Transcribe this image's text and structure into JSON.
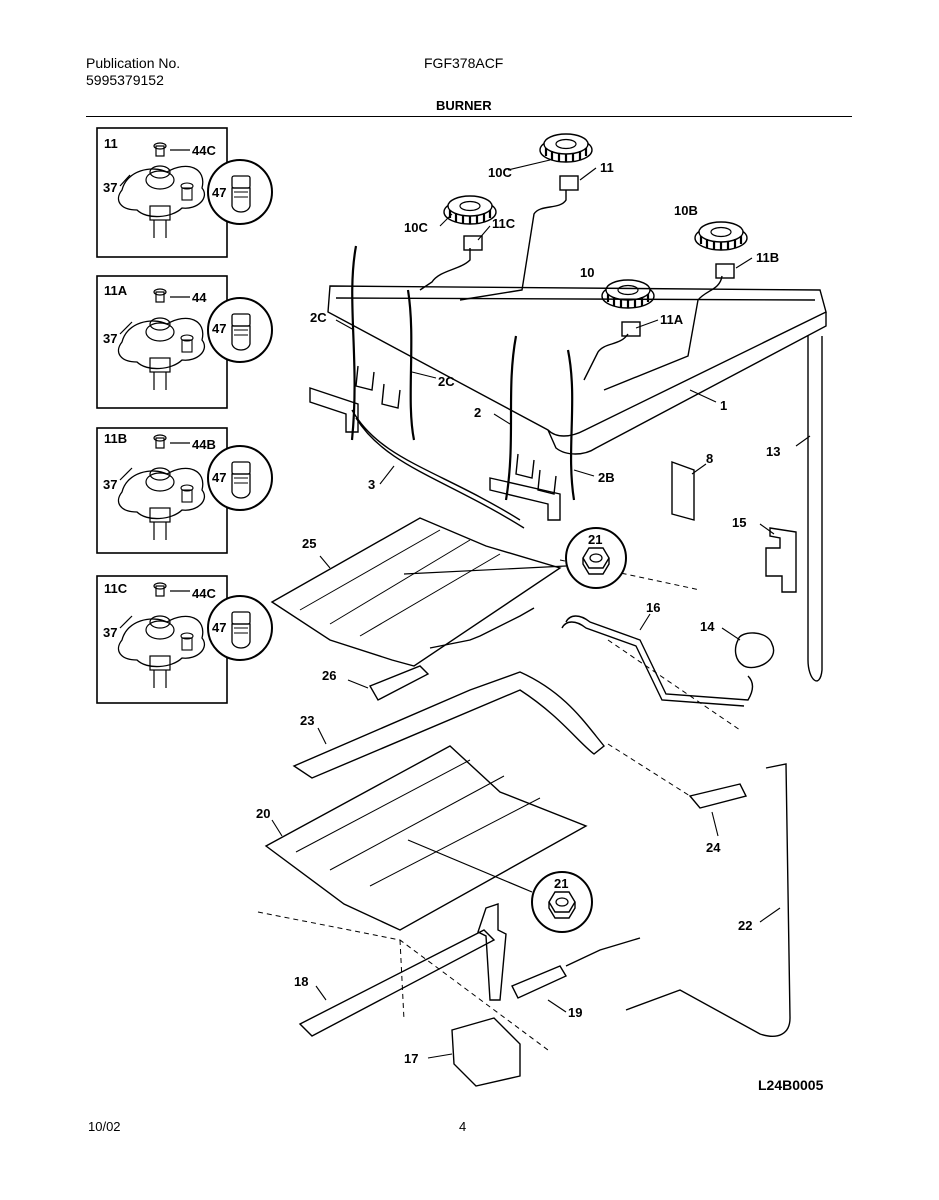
{
  "header": {
    "publication_label": "Publication No.",
    "publication_number": "5995379152",
    "model": "FGF378ACF",
    "section_title": "BURNER"
  },
  "footer": {
    "date": "10/02",
    "page": "4",
    "diagram_code": "L24B0005"
  },
  "insets": [
    {
      "title": "11",
      "labels": [
        "44C",
        "37",
        "47"
      ]
    },
    {
      "title": "11A",
      "labels": [
        "44",
        "37",
        "47"
      ]
    },
    {
      "title": "11B",
      "labels": [
        "44B",
        "37",
        "47"
      ]
    },
    {
      "title": "11C",
      "labels": [
        "44C",
        "37",
        "47"
      ]
    }
  ],
  "callouts": {
    "c10c_top": "10C",
    "c11_top": "11",
    "c10c_left": "10C",
    "c11c": "11C",
    "c10b": "10B",
    "c11b": "11B",
    "c10": "10",
    "c11a": "11A",
    "c2c_left": "2C",
    "c2c_right": "2C",
    "c1": "1",
    "c2": "2",
    "c2b": "2B",
    "c3": "3",
    "c8": "8",
    "c13": "13",
    "c15": "15",
    "c25": "25",
    "c21_top": "21",
    "c16": "16",
    "c14": "14",
    "c26": "26",
    "c23": "23",
    "c24": "24",
    "c20": "20",
    "c21_bottom": "21",
    "c22": "22",
    "c18": "18",
    "c19": "19",
    "c17": "17"
  }
}
